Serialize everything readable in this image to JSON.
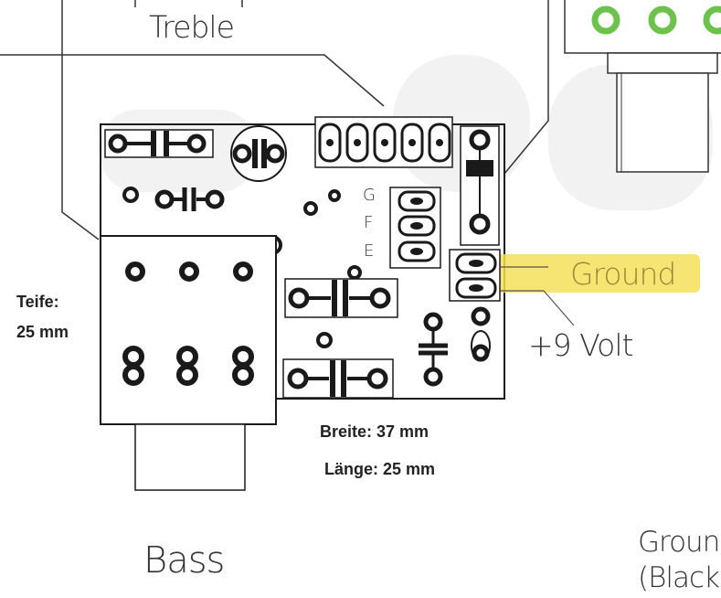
{
  "labels": {
    "treble": "Treble",
    "bass": "Bass",
    "ground": "Ground",
    "plus9volt": "+9 Volt",
    "ground_black": "Groun",
    "ground_black_2": "(Black",
    "teife": "Teife:",
    "teife_value": "25 mm",
    "breite": "Breite: 37 mm",
    "laenge": "Länge: 25 mm",
    "pin_g": "G",
    "pin_f": "F",
    "pin_e": "E"
  },
  "colors": {
    "ink": "#1a1a1a",
    "highlight": "#f5e05a",
    "highlight_text": "#9a8a3a",
    "pad_green": "#6cc24a",
    "watermark": "#f1f1f1"
  }
}
